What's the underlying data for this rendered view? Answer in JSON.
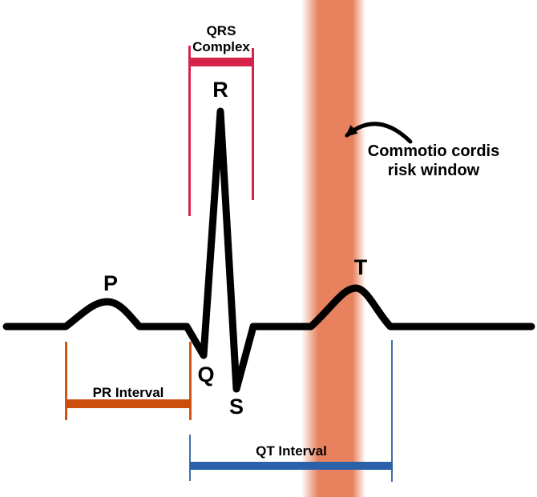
{
  "ecg": {
    "wave_labels": {
      "p": "P",
      "q": "Q",
      "r": "R",
      "s": "S",
      "t": "T"
    }
  },
  "annotations": {
    "qrs_complex": {
      "line1": "QRS",
      "line2": "Complex"
    },
    "pr_interval": {
      "label": "PR Interval"
    },
    "qt_interval": {
      "label": "QT Interval"
    },
    "risk_window": {
      "line1": "Commotio cordis",
      "line2": "risk window"
    }
  },
  "colors": {
    "background": "#FFFFFF",
    "ecg_trace": "#000000",
    "qrs_bracket": "#D6234A",
    "pr_interval_bar": "#CB4E0D",
    "qt_interval_bar": "#2B61A9",
    "risk_band": "#E8815D",
    "arrow": "#000000"
  }
}
